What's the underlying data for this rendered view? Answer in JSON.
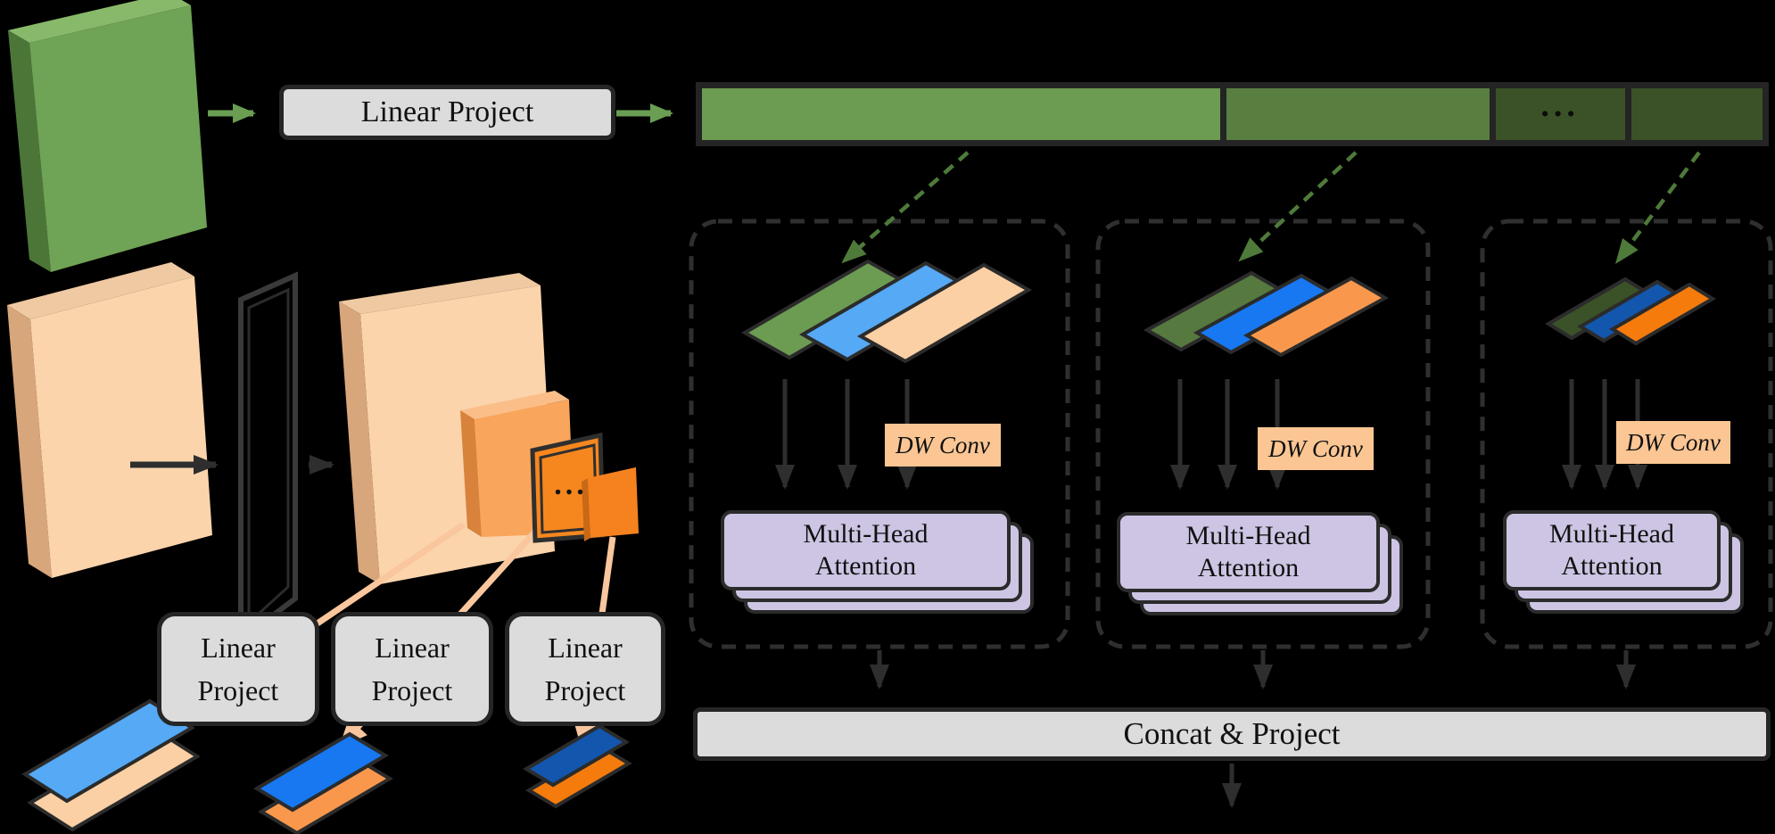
{
  "palette": {
    "background": "#000000",
    "outline_dark": "#262626",
    "box_gray": "#dcdcdc",
    "token_green_main": "#6C9B52",
    "token_green_mid": "#587E40",
    "token_green_dark": "#3B5228",
    "arrow_green": "#6a9e53",
    "dashed_arrow_green": "#4e7a3a",
    "sheet_green_1": "#6C9B52",
    "sheet_green_2": "#56793F",
    "sheet_green_3": "#3B5228",
    "sheet_blue_1": "#55A9F5",
    "sheet_blue_2": "#1778F2",
    "sheet_blue_3": "#1356AD",
    "sheet_warm_1": "#FBD0A4",
    "sheet_warm_2": "#F9984D",
    "sheet_warm_3": "#F57C0C",
    "slab_green": "#6FA355",
    "slab_peach": "#FBD4AC",
    "slab_orange": "#F9A55B",
    "panel_orange": "#F6871F",
    "mha_fill": "#CDC5E3",
    "dw_fill": "#FBC693",
    "peach_arrow": "#F9C69D"
  },
  "top_flow": {
    "linear_project_label": "Linear Project",
    "token_bar": {
      "ellipsis": "..."
    }
  },
  "pyramid": {
    "ellipsis": "..."
  },
  "projection_box": {
    "line1": "Linear",
    "line2": "Project"
  },
  "blocks": [
    {
      "dw_conv_label": "DW Conv",
      "mha_line1": "Multi-Head",
      "mha_line2": "Attention"
    },
    {
      "dw_conv_label": "DW Conv",
      "mha_line1": "Multi-Head",
      "mha_line2": "Attention"
    },
    {
      "dw_conv_label": "DW Conv",
      "mha_line1": "Multi-Head",
      "mha_line2": "Attention"
    }
  ],
  "output": {
    "concat_project_label": "Concat & Project"
  }
}
